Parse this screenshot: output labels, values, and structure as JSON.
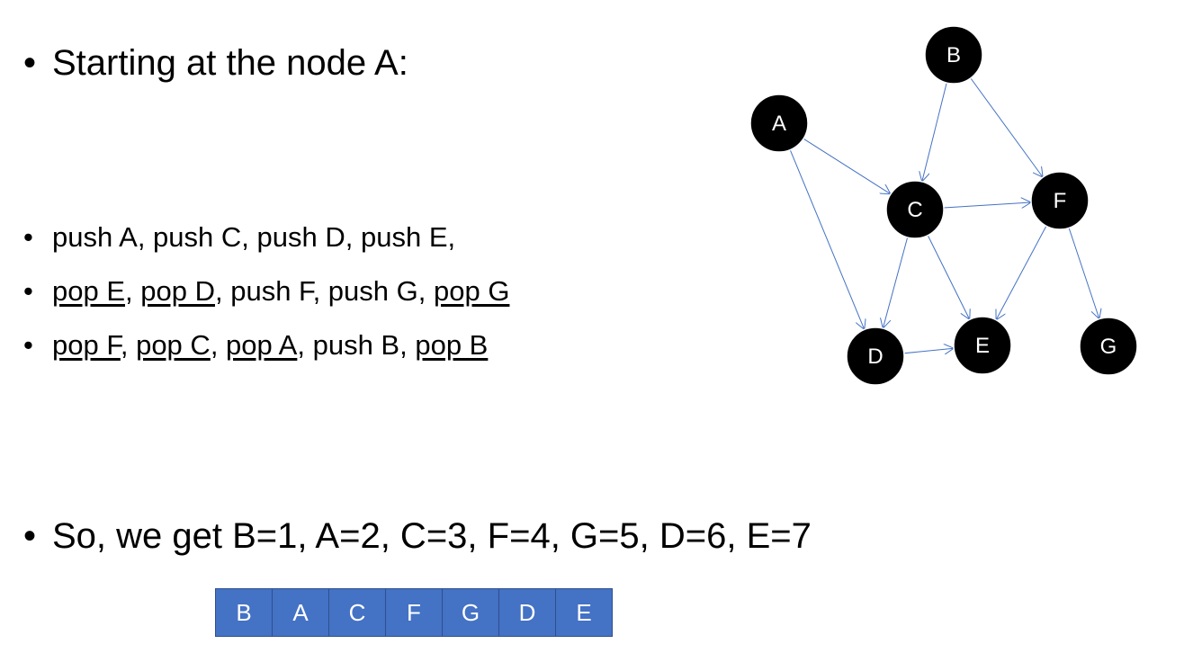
{
  "slide": {
    "bullet_start": "Starting at the node A:",
    "steps_line1": [
      "push A",
      "push C",
      "push D",
      "push E"
    ],
    "steps_line2": [
      {
        "text": "pop E",
        "underline": true
      },
      {
        "text": "pop D",
        "underline": true
      },
      {
        "text": "push F",
        "underline": false
      },
      {
        "text": "push G",
        "underline": false
      },
      {
        "text": "pop G",
        "underline": true
      }
    ],
    "steps_line3": [
      {
        "text": "pop F",
        "underline": true
      },
      {
        "text": "pop C",
        "underline": true
      },
      {
        "text": "pop A",
        "underline": true
      },
      {
        "text": "push B",
        "underline": false
      },
      {
        "text": "pop B",
        "underline": true
      }
    ],
    "result": "So, we get B=1, A=2, C=3, F=4, G=5, D=6, E=7",
    "order": [
      "B",
      "A",
      "C",
      "F",
      "G",
      "D",
      "E"
    ]
  },
  "graph": {
    "nodes": [
      "A",
      "B",
      "C",
      "D",
      "E",
      "F",
      "G"
    ],
    "edges": [
      [
        "A",
        "C"
      ],
      [
        "A",
        "D"
      ],
      [
        "B",
        "C"
      ],
      [
        "B",
        "F"
      ],
      [
        "C",
        "F"
      ],
      [
        "C",
        "D"
      ],
      [
        "C",
        "E"
      ],
      [
        "F",
        "E"
      ],
      [
        "F",
        "G"
      ],
      [
        "D",
        "E"
      ]
    ],
    "node_color": "#000000",
    "edge_color": "#4472c4",
    "order_fill": "#4472c4"
  }
}
